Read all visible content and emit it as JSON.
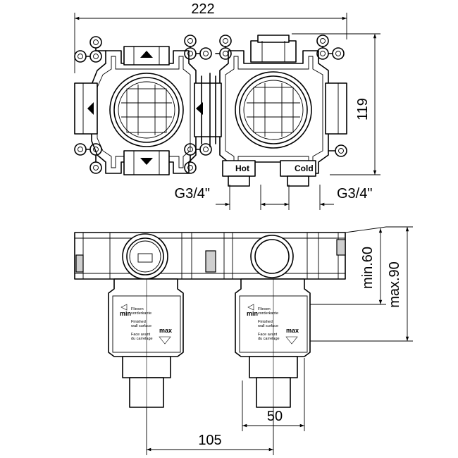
{
  "dimensions": {
    "overall_width": "222",
    "height": "119",
    "connection_left": "G3/4\"",
    "connection_right": "G3/4\"",
    "min_depth": "min.60",
    "max_depth": "max.90",
    "spindle_spacing": "105",
    "cartridge_width": "50"
  },
  "ports": {
    "hot": "Hot",
    "cold": "Cold"
  },
  "depth_scale": {
    "line1": "Fliesen",
    "line2": "vorderkante",
    "line3": "Finished",
    "line4": "wall surface",
    "line5": "Face avant",
    "line6": "du carrelage",
    "min_word": "min",
    "max_word": "max"
  }
}
